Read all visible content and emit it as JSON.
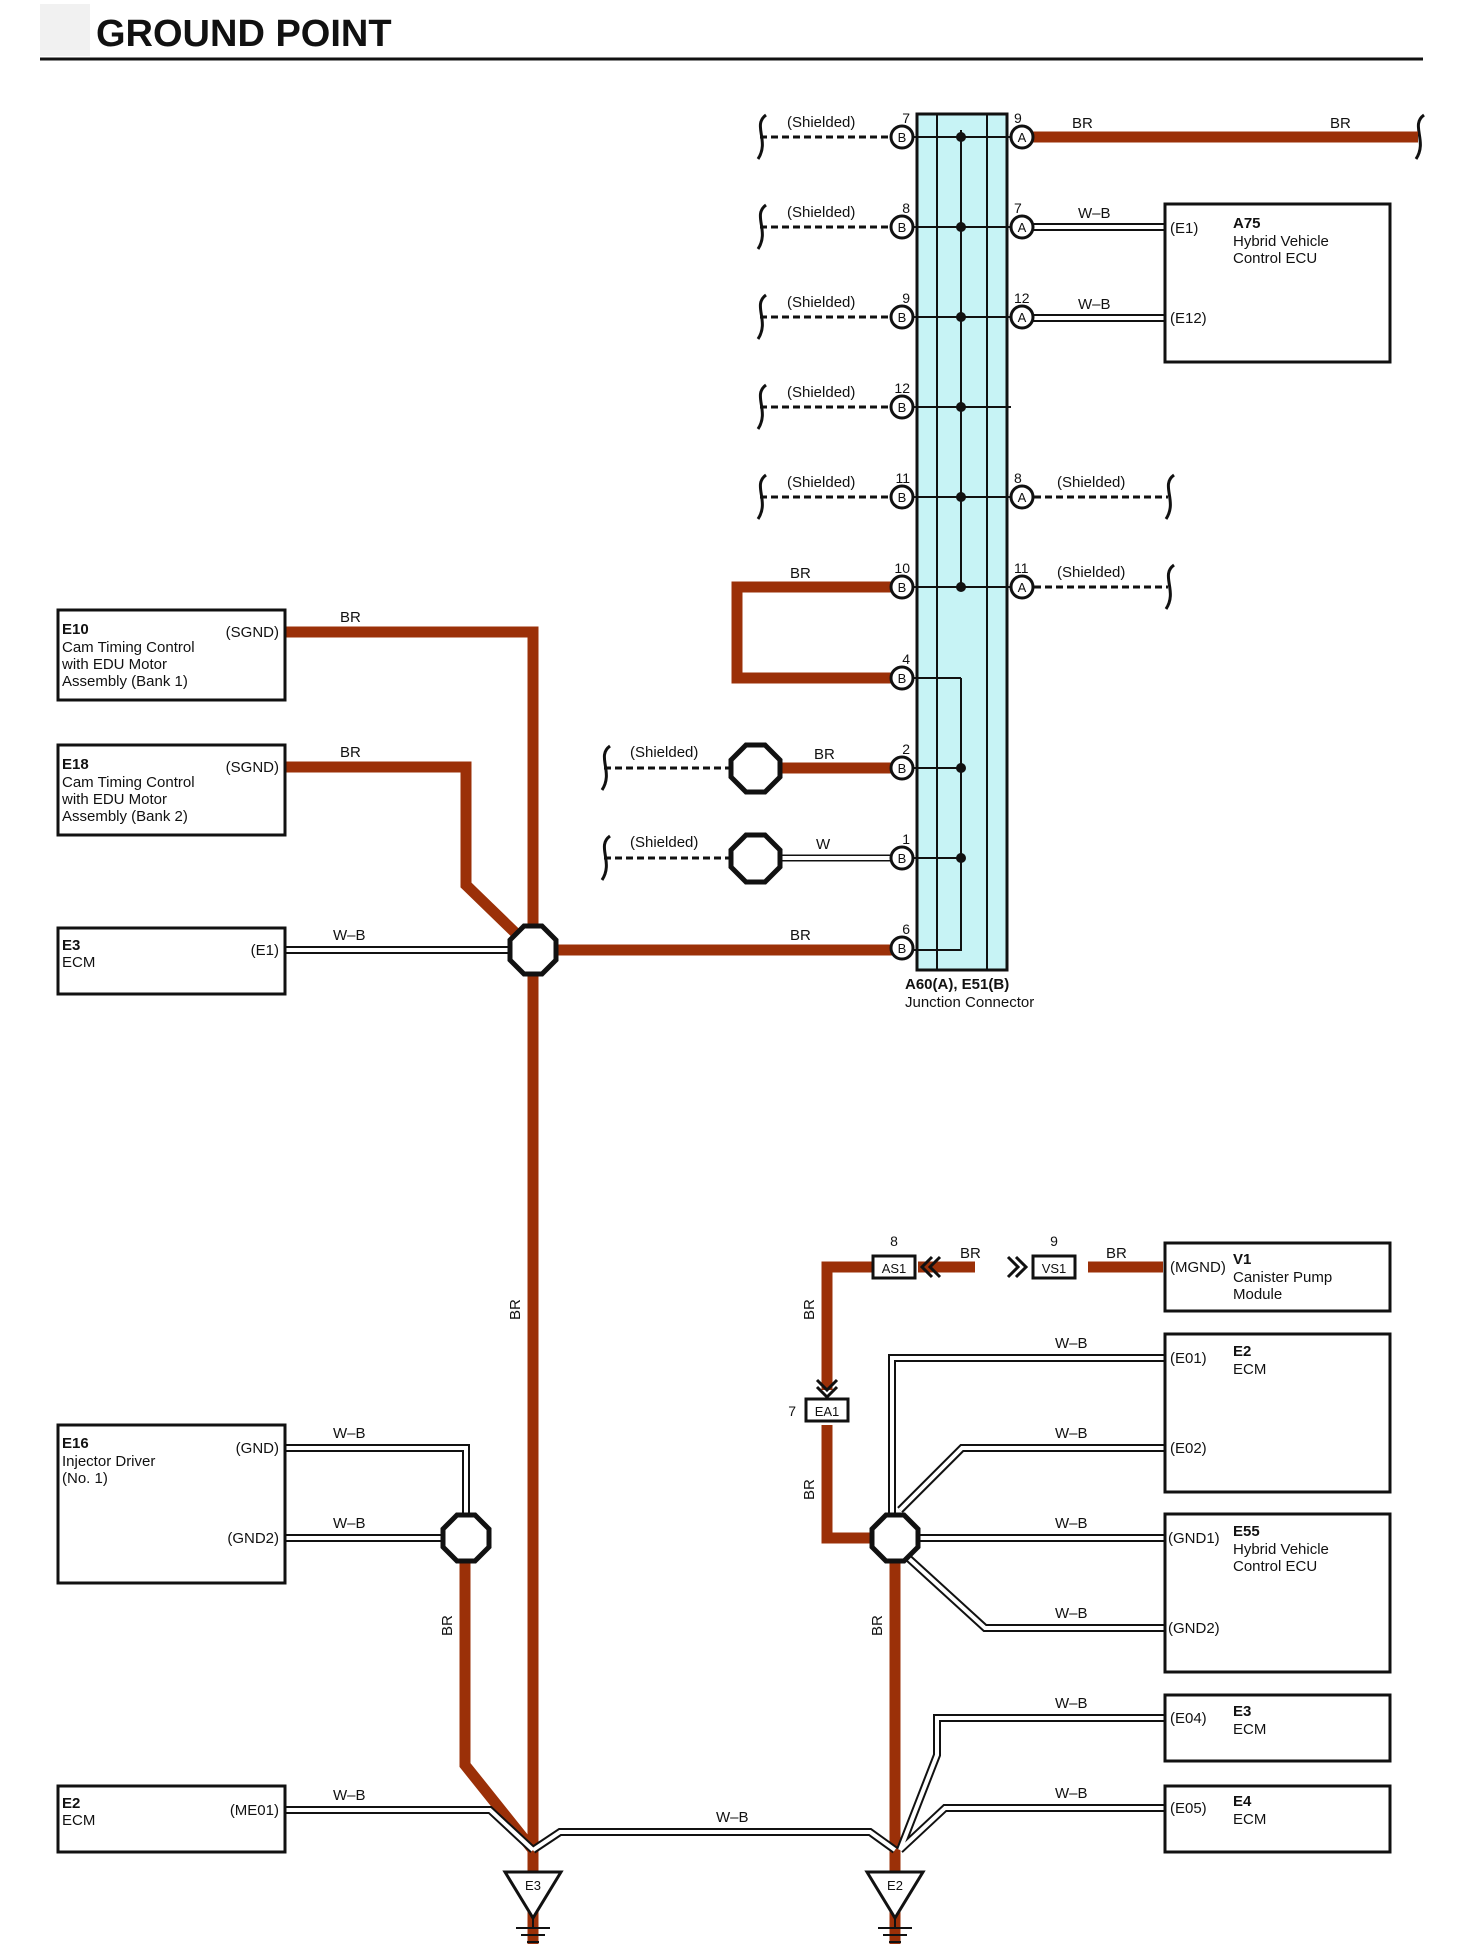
{
  "title": "GROUND POINT",
  "colors": {
    "br_wire": "#9b3008",
    "junction_fill": "#c7f3f5",
    "line": "#111111"
  },
  "labels": {
    "shielded": "(Shielded)",
    "br": "BR",
    "wb": "W–B",
    "w": "W"
  },
  "junction": {
    "code": "A60(A), E51(B)",
    "name": "Junction Connector",
    "pins_left": [
      {
        "num": "7",
        "letter": "B"
      },
      {
        "num": "8",
        "letter": "B"
      },
      {
        "num": "9",
        "letter": "B"
      },
      {
        "num": "12",
        "letter": "B"
      },
      {
        "num": "11",
        "letter": "B"
      },
      {
        "num": "10",
        "letter": "B"
      },
      {
        "num": "4",
        "letter": "B"
      },
      {
        "num": "2",
        "letter": "B"
      },
      {
        "num": "1",
        "letter": "B"
      },
      {
        "num": "6",
        "letter": "B"
      }
    ],
    "pins_right": [
      {
        "num": "9",
        "letter": "A"
      },
      {
        "num": "7",
        "letter": "A"
      },
      {
        "num": "12",
        "letter": "A"
      },
      {
        "num": "8",
        "letter": "A"
      },
      {
        "num": "11",
        "letter": "A"
      }
    ]
  },
  "components": {
    "a75": {
      "code": "A75",
      "name_lines": [
        "Hybrid Vehicle",
        "Control ECU"
      ],
      "pins": [
        "(E1)",
        "(E12)"
      ]
    },
    "e10": {
      "code": "E10",
      "name_lines": [
        "Cam Timing Control",
        "with EDU Motor",
        "Assembly (Bank 1)"
      ],
      "pin": "(SGND)"
    },
    "e18": {
      "code": "E18",
      "name_lines": [
        "Cam Timing Control",
        "with EDU Motor",
        "Assembly (Bank 2)"
      ],
      "pin": "(SGND)"
    },
    "e3_left": {
      "code": "E3",
      "name_lines": [
        "ECM"
      ],
      "pin": "(E1)"
    },
    "e16": {
      "code": "E16",
      "name_lines": [
        "Injector Driver",
        "(No. 1)"
      ],
      "pins": [
        "(GND)",
        "(GND2)"
      ]
    },
    "e2_left": {
      "code": "E2",
      "name_lines": [
        "ECM"
      ],
      "pin": "(ME01)"
    },
    "v1": {
      "code": "V1",
      "name_lines": [
        "Canister Pump",
        "Module"
      ],
      "pin": "(MGND)"
    },
    "e2_right": {
      "code": "E2",
      "name_lines": [
        "ECM"
      ],
      "pins": [
        "(E01)",
        "(E02)"
      ]
    },
    "e55": {
      "code": "E55",
      "name_lines": [
        "Hybrid Vehicle",
        "Control ECU"
      ],
      "pins": [
        "(GND1)",
        "(GND2)"
      ]
    },
    "e3_right": {
      "code": "E3",
      "name_lines": [
        "ECM"
      ],
      "pin": "(E04)"
    },
    "e4": {
      "code": "E4",
      "name_lines": [
        "ECM"
      ],
      "pin": "(E05)"
    }
  },
  "connectors": {
    "as1": {
      "code": "AS1",
      "num": "8"
    },
    "vs1": {
      "code": "VS1",
      "num": "9"
    },
    "ea1": {
      "code": "EA1",
      "num": "7"
    }
  },
  "grounds": {
    "left": "E3",
    "right": "E2"
  }
}
